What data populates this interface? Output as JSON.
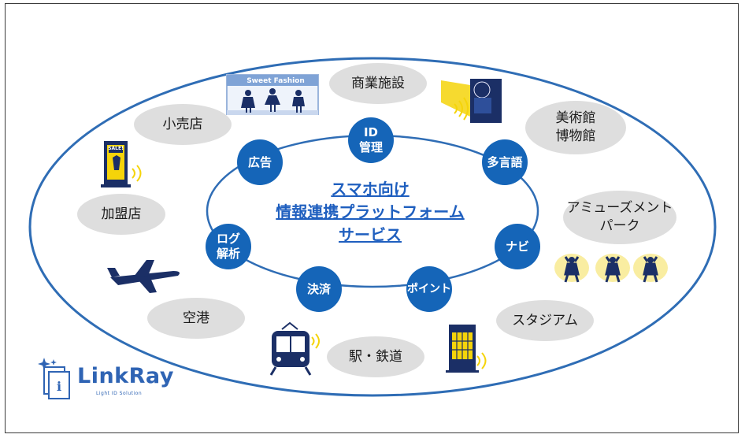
{
  "center": {
    "line1": "スマホ向け",
    "line2": "情報連携プラットフォーム",
    "line3": "サービス"
  },
  "nodes": [
    {
      "id": "id-kanri",
      "label": "ID\n管理"
    },
    {
      "id": "tagengo",
      "label": "多言語"
    },
    {
      "id": "navi",
      "label": "ナビ"
    },
    {
      "id": "point",
      "label": "ポイント"
    },
    {
      "id": "kessai",
      "label": "決済"
    },
    {
      "id": "log",
      "label": "ログ\n解析"
    },
    {
      "id": "koukoku",
      "label": "広告"
    }
  ],
  "venues": [
    {
      "id": "shogyo",
      "label": "商業施設"
    },
    {
      "id": "bijutsukan",
      "label": "美術館\n博物館"
    },
    {
      "id": "amusement",
      "label": "アミューズメント\nパーク"
    },
    {
      "id": "stadium",
      "label": "スタジアム"
    },
    {
      "id": "eki",
      "label": "駅・鉄道"
    },
    {
      "id": "kuko",
      "label": "空港"
    },
    {
      "id": "kameiten",
      "label": "加盟店"
    },
    {
      "id": "kouriten",
      "label": "小売店"
    }
  ],
  "illustrations": {
    "fashion_sign": "Sweet Fashion",
    "sale_sign": "SALE!"
  },
  "logo": {
    "name": "LinkRay",
    "tagline": "Light ID Solution"
  },
  "colors": {
    "outer_ring": "#2f6db5",
    "node_fill": "#1565b8",
    "pill_fill": "#dedede",
    "center_text": "#1f5fbf",
    "icon_navy": "#1b2f66",
    "icon_yellow": "#f5d40a"
  }
}
